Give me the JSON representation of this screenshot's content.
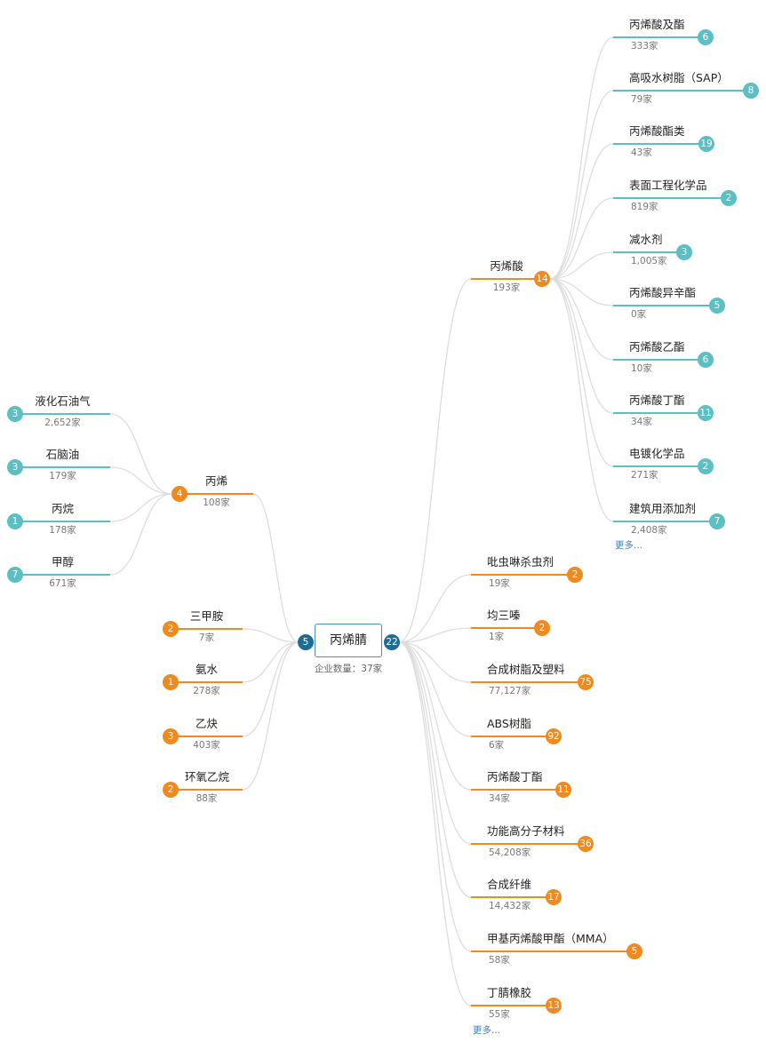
{
  "center": {
    "name": "丙烯腈",
    "subtitle": "企业数量：37家",
    "upstream_count": "5",
    "downstream_count": "22"
  },
  "upstream": [
    {
      "name": "丙烯",
      "count": "108家",
      "badge": "4",
      "children": [
        {
          "name": "液化石油气",
          "count": "2,652家",
          "badge": "3"
        },
        {
          "name": "石脑油",
          "count": "179家",
          "badge": "3"
        },
        {
          "name": "丙烷",
          "count": "178家",
          "badge": "1"
        },
        {
          "name": "甲醇",
          "count": "671家",
          "badge": "7"
        }
      ]
    },
    {
      "name": "三甲胺",
      "count": "7家",
      "badge": "2"
    },
    {
      "name": "氨水",
      "count": "278家",
      "badge": "1"
    },
    {
      "name": "乙炔",
      "count": "403家",
      "badge": "3"
    },
    {
      "name": "环氧乙烷",
      "count": "88家",
      "badge": "2"
    }
  ],
  "downstream": [
    {
      "name": "丙烯酸",
      "count": "193家",
      "badge": "14",
      "children": [
        {
          "name": "丙烯酸及酯",
          "count": "333家",
          "badge": "6"
        },
        {
          "name": "高吸水树脂（SAP）",
          "count": "79家",
          "badge": "8"
        },
        {
          "name": "丙烯酸酯类",
          "count": "43家",
          "badge": "19"
        },
        {
          "name": "表面工程化学品",
          "count": "819家",
          "badge": "2"
        },
        {
          "name": "减水剂",
          "count": "1,005家",
          "badge": "3"
        },
        {
          "name": "丙烯酸异辛酯",
          "count": "0家",
          "badge": "5"
        },
        {
          "name": "丙烯酸乙酯",
          "count": "10家",
          "badge": "6"
        },
        {
          "name": "丙烯酸丁酯",
          "count": "34家",
          "badge": "11"
        },
        {
          "name": "电镀化学品",
          "count": "271家",
          "badge": "2"
        },
        {
          "name": "建筑用添加剂",
          "count": "2,408家",
          "badge": "7"
        }
      ],
      "more": "更多..."
    },
    {
      "name": "吡虫啉杀虫剂",
      "count": "19家",
      "badge": "2"
    },
    {
      "name": "均三嗪",
      "count": "1家",
      "badge": "2"
    },
    {
      "name": "合成树脂及塑料",
      "count": "77,127家",
      "badge": "75"
    },
    {
      "name": "ABS树脂",
      "count": "6家",
      "badge": "92"
    },
    {
      "name": "丙烯酸丁酯",
      "count": "34家",
      "badge": "11"
    },
    {
      "name": "功能高分子材料",
      "count": "54,208家",
      "badge": "36"
    },
    {
      "name": "合成纤维",
      "count": "14,432家",
      "badge": "17"
    },
    {
      "name": "甲基丙烯酸甲酯（MMA）",
      "count": "58家",
      "badge": "5"
    },
    {
      "name": "丁腈橡胶",
      "count": "55家",
      "badge": "13"
    }
  ],
  "downstream_more": "更多...",
  "colors": {
    "teal": "#5bbfc3",
    "orange": "#f0891e",
    "center_badge": "#1f6d96",
    "link": "#dddddd"
  }
}
